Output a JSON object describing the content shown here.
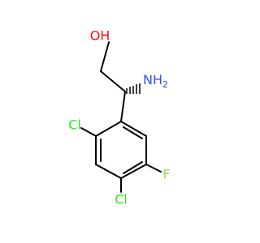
{
  "molecule": {
    "atom_labels": {
      "oh": "OH",
      "nh": "NH",
      "nh_subscript": "2",
      "cl_ortho": "Cl",
      "f": "F",
      "cl_para": "Cl"
    },
    "colors": {
      "bond": "#000000",
      "oxygen": "#ff0d0d",
      "nitrogen": "#3050f8",
      "chlorine": "#1ff01f",
      "fluorine": "#90e050"
    }
  }
}
